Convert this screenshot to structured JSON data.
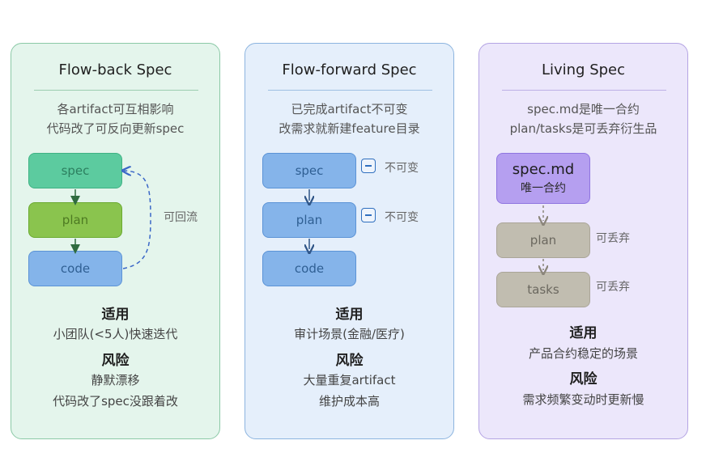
{
  "panels": [
    {
      "title": "Flow-back Spec",
      "desc": [
        "各artifact可互相影响",
        "代码改了可反向更新spec"
      ],
      "nodes": [
        "spec",
        "plan",
        "code"
      ],
      "loop_label": "可回流",
      "use_head": "适用",
      "use_text": "小团队(<5人)快速迭代",
      "risk_head": "风险",
      "risk_text": [
        "静默漂移",
        "代码改了spec没跟着改"
      ]
    },
    {
      "title": "Flow-forward Spec",
      "desc": [
        "已完成artifact不可变",
        "改需求就新建feature目录"
      ],
      "nodes": [
        "spec",
        "plan",
        "code"
      ],
      "lock_labels": [
        "不可变",
        "不可变"
      ],
      "use_head": "适用",
      "use_text": "审计场景(金融/医疗)",
      "risk_head": "风险",
      "risk_text": [
        "大量重复artifact",
        "维护成本高"
      ]
    },
    {
      "title": "Living Spec",
      "desc": [
        "spec.md是唯一合约",
        "plan/tasks是可丢弃衍生品"
      ],
      "main_node": {
        "title": "spec.md",
        "sub": "唯一合约"
      },
      "nodes": [
        "plan",
        "tasks"
      ],
      "discard_labels": [
        "可丢弃",
        "可丢弃"
      ],
      "use_head": "适用",
      "use_text": "产品合约稳定的场景",
      "risk_head": "风险",
      "risk_text": [
        "需求频繁变动时更新慢"
      ]
    }
  ],
  "colors": {
    "panel1_bg": "#e4f5ec",
    "panel2_bg": "#e5effb",
    "panel3_bg": "#ece7fb",
    "spec_green": "#5ccb9f",
    "plan_green": "#8ac44e",
    "code_blue": "#84b4ea",
    "purple": "#b59ff0",
    "gray": "#c1bdb0"
  }
}
